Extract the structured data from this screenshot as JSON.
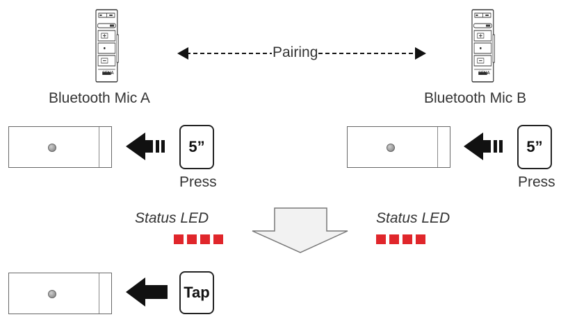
{
  "pairing_label": "Pairing",
  "mic_a": {
    "label": "Bluetooth Mic A",
    "brand": "SENA"
  },
  "mic_b": {
    "label": "Bluetooth Mic B",
    "brand": "SENA"
  },
  "left_step": {
    "key_label": "5”",
    "action_label": "Press"
  },
  "right_step": {
    "key_label": "5”",
    "action_label": "Press"
  },
  "left_status": {
    "label": "Status LED",
    "led_count": 4
  },
  "right_status": {
    "label": "Status LED",
    "led_count": 4
  },
  "final_step": {
    "key_label": "Tap"
  },
  "colors": {
    "led_red": "#e0262b",
    "arrow_black": "#111111",
    "down_arrow_fill": "#f2f2f2"
  },
  "icons": {
    "arrow_press": "arrow-left-with-bars-icon",
    "arrow_tap": "arrow-left-icon",
    "down_arrow": "down-arrow-icon",
    "device": "bluetooth-mic-device-icon"
  }
}
